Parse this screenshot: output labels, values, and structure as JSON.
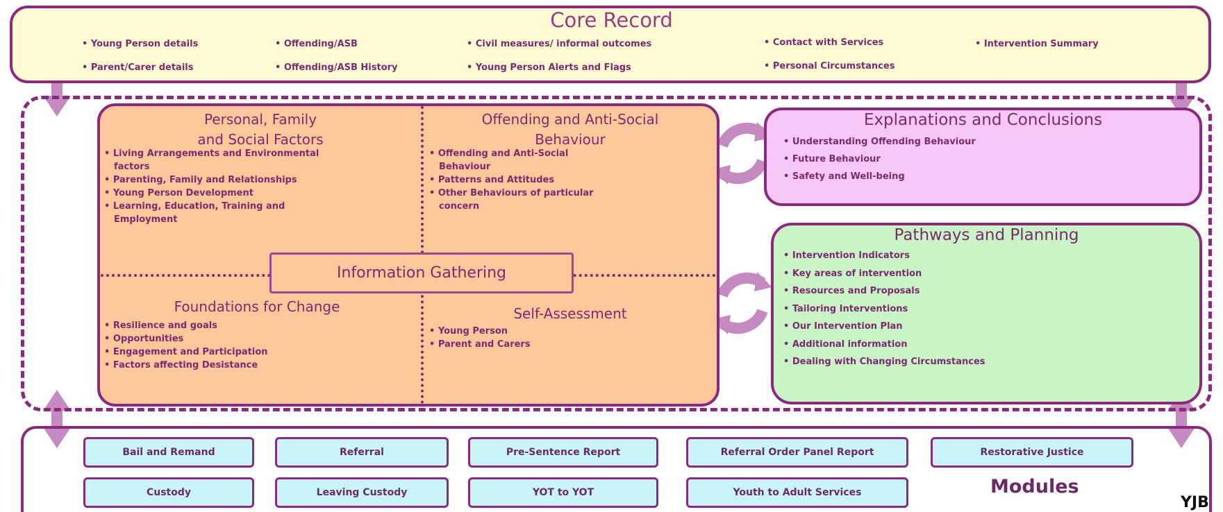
{
  "core_record": {
    "title": "Core Record",
    "items": [
      "Young Person details",
      "Offending/ASB",
      "Civil measures/ informal outcomes",
      "Contact with Services",
      "Intervention Summary",
      "Parent/Carer details",
      "Offending/ASB History",
      "Young Person Alerts and Flags",
      "Personal Circumstances"
    ]
  },
  "information_gathering": {
    "center_label": "Information Gathering",
    "personal": {
      "title_line1": "Personal, Family",
      "title_line2": "and Social Factors",
      "items": [
        "Living Arrangements and Environmental",
        "factors",
        "Parenting, Family and Relationships",
        "Young Person Development",
        "Learning, Education, Training and",
        "Employment"
      ]
    },
    "offending": {
      "title_line1": "Offending and Anti-Social",
      "title_line2": "Behaviour",
      "items": [
        "Offending and Anti-Social",
        "Behaviour",
        "Patterns and Attitudes",
        "Other Behaviours of particular",
        "concern"
      ]
    },
    "foundations": {
      "title": "Foundations for Change",
      "items": [
        "Resilience and goals",
        "Opportunities",
        "Engagement and Participation",
        "Factors affecting Desistance"
      ]
    },
    "self_assessment": {
      "title": "Self-Assessment",
      "items": [
        "Young Person",
        "Parent and Carers"
      ]
    }
  },
  "explanations": {
    "title": "Explanations and Conclusions",
    "items": [
      "Understanding Offending Behaviour",
      "Future Behaviour",
      "Safety and Well-being"
    ]
  },
  "pathways": {
    "title": "Pathways and Planning",
    "items": [
      "Intervention Indicators",
      "Key areas of intervention",
      "Resources and Proposals",
      "Tailoring Interventions",
      "Our Intervention Plan",
      "Additional information",
      "Dealing with Changing Circumstances"
    ]
  },
  "modules": {
    "label": "Modules",
    "row1": [
      "Bail and Remand",
      "Referral",
      "Pre-Sentence Report",
      "Referral Order Panel Report",
      "Restorative Justice"
    ],
    "row2": [
      "Custody",
      "Leaving Custody",
      "YOT to YOT",
      "Youth to Adult Services"
    ]
  },
  "footer": {
    "logo": "YJB"
  },
  "colors": {
    "border": "#8a2a7e",
    "core_bg": "#fcfbd2",
    "info_bg": "#fbc79b",
    "explain_bg": "#f7c8f5",
    "pathways_bg": "#c9f5c6",
    "module_bg": "#c9f4f9",
    "arrow": "#c58ac0"
  }
}
